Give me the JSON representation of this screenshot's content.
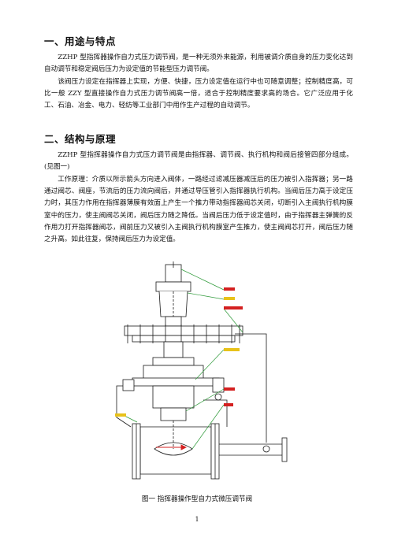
{
  "section1": {
    "heading": "一、用途与特点",
    "paragraphs": [
      "ZZHP 型指挥器操作自力式压力调节阀，是一种无须外来能源，利用被调介质自身的压力变化达到自动调节和稳定阀后压力为设定值的节能型压力调节阀。",
      "该阀压力设定在指挥器上实现，方便、快捷，压力设定值在运行中也可随意调整；控制精度高，可比一般 ZZY 型直接操作自力式压力调节阀高一倍，适合于控制精度要求高的场合。它广泛应用于化工、石油、冶金、电力、轻纺等工业部门中用作生产过程的自动调节。"
    ]
  },
  "section2": {
    "heading": "二、结构与原理",
    "paragraphs": [
      "ZZHP 型指挥器操作自力式压力调节阀是由指挥器、调节阀、执行机构和阀后接管四部分组成。(见图一)",
      "工作原理：介质以所示箭头方向进入阀体，一路经过滤减压器减压后的压力被引入指挥器；另一路通过阀芯、阀座，节流后的压力流向阀后，并通过导压管引入指挥器执行机构。当阀后压力高于设定压力时，其压力作用在指挥器薄膜有效面上产生一个推力带动指挥器阀芯关闭，切断引入主阀执行机构膜室中的压力，使主阀阀芯关闭，阀后压力随之降低。当阀后压力低于设定值时，由于指挥器主弹簧的反作用力打开指挥器阀芯，阀前压力又被引入主阀执行机构膜室产生推力，使主阀阀芯打开，阀后压力随之升高。如此往复，保持阀后压力为设定值。"
    ]
  },
  "figure": {
    "caption": "图一  指挥器操作型自力式微压调节阀"
  },
  "page_number": "1",
  "colors": {
    "drawing_line": "#1a1a1a",
    "leader_green": "#2f9a3a",
    "label_red": "#d42020",
    "label_yellow": "#e8c21a"
  }
}
